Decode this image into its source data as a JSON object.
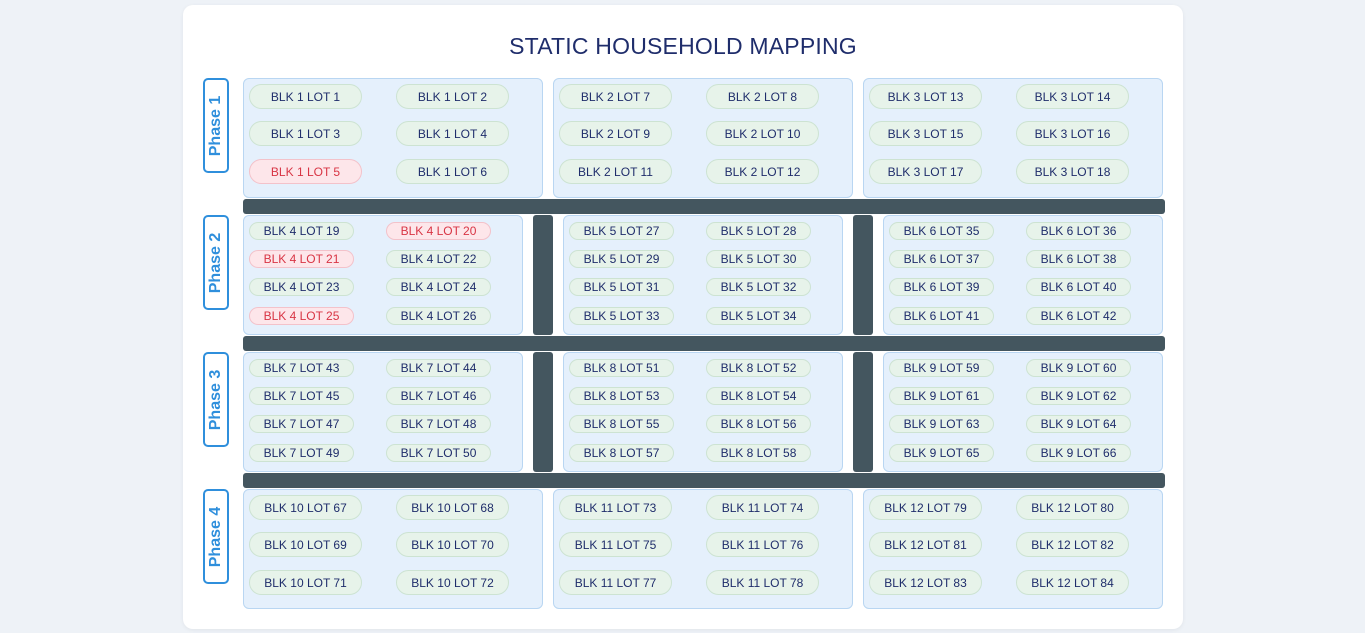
{
  "title": "STATIC HOUSEHOLD MAPPING",
  "colors": {
    "accent": "#2f8fdc",
    "title": "#1f2d6b",
    "block_bg": "#e5f0fc",
    "lot_bg": "#e7f3ea",
    "lot_flag_bg": "#fde6ea",
    "lot_flag_text": "#d83444",
    "road": "#44565f"
  },
  "phases": [
    {
      "label": "Phase 1",
      "blocks": [
        {
          "lots": [
            {
              "label": "BLK 1 LOT 1",
              "flag": false
            },
            {
              "label": "BLK 1 LOT 2",
              "flag": false
            },
            {
              "label": "BLK 1 LOT 3",
              "flag": false
            },
            {
              "label": "BLK 1 LOT 4",
              "flag": false
            },
            {
              "label": "BLK 1 LOT 5",
              "flag": true
            },
            {
              "label": "BLK 1 LOT 6",
              "flag": false
            }
          ]
        },
        {
          "lots": [
            {
              "label": "BLK 2 LOT 7",
              "flag": false
            },
            {
              "label": "BLK 2 LOT 8",
              "flag": false
            },
            {
              "label": "BLK 2 LOT 9",
              "flag": false
            },
            {
              "label": "BLK 2 LOT 10",
              "flag": false
            },
            {
              "label": "BLK 2 LOT 11",
              "flag": false
            },
            {
              "label": "BLK 2 LOT 12",
              "flag": false
            }
          ]
        },
        {
          "lots": [
            {
              "label": "BLK 3 LOT 13",
              "flag": false
            },
            {
              "label": "BLK 3 LOT 14",
              "flag": false
            },
            {
              "label": "BLK 3 LOT 15",
              "flag": false
            },
            {
              "label": "BLK 3 LOT 16",
              "flag": false
            },
            {
              "label": "BLK 3 LOT 17",
              "flag": false
            },
            {
              "label": "BLK 3 LOT 18",
              "flag": false
            }
          ]
        }
      ]
    },
    {
      "label": "Phase 2",
      "blocks": [
        {
          "lots": [
            {
              "label": "BLK 4 LOT 19",
              "flag": false
            },
            {
              "label": "BLK 4 LOT 20",
              "flag": true
            },
            {
              "label": "BLK 4 LOT 21",
              "flag": true
            },
            {
              "label": "BLK 4 LOT 22",
              "flag": false
            },
            {
              "label": "BLK 4 LOT 23",
              "flag": false
            },
            {
              "label": "BLK 4 LOT 24",
              "flag": false
            },
            {
              "label": "BLK 4 LOT 25",
              "flag": true
            },
            {
              "label": "BLK 4 LOT 26",
              "flag": false
            }
          ]
        },
        {
          "lots": [
            {
              "label": "BLK 5 LOT 27",
              "flag": false
            },
            {
              "label": "BLK 5 LOT 28",
              "flag": false
            },
            {
              "label": "BLK 5 LOT 29",
              "flag": false
            },
            {
              "label": "BLK 5 LOT 30",
              "flag": false
            },
            {
              "label": "BLK 5 LOT 31",
              "flag": false
            },
            {
              "label": "BLK 5 LOT 32",
              "flag": false
            },
            {
              "label": "BLK 5 LOT 33",
              "flag": false
            },
            {
              "label": "BLK 5 LOT 34",
              "flag": false
            }
          ]
        },
        {
          "lots": [
            {
              "label": "BLK 6 LOT 35",
              "flag": false
            },
            {
              "label": "BLK 6 LOT 36",
              "flag": false
            },
            {
              "label": "BLK 6 LOT 37",
              "flag": false
            },
            {
              "label": "BLK 6 LOT 38",
              "flag": false
            },
            {
              "label": "BLK 6 LOT 39",
              "flag": false
            },
            {
              "label": "BLK 6 LOT 40",
              "flag": false
            },
            {
              "label": "BLK 6 LOT 41",
              "flag": false
            },
            {
              "label": "BLK 6 LOT 42",
              "flag": false
            }
          ]
        }
      ]
    },
    {
      "label": "Phase 3",
      "blocks": [
        {
          "lots": [
            {
              "label": "BLK 7 LOT 43",
              "flag": false
            },
            {
              "label": "BLK 7 LOT 44",
              "flag": false
            },
            {
              "label": "BLK 7 LOT 45",
              "flag": false
            },
            {
              "label": "BLK 7 LOT 46",
              "flag": false
            },
            {
              "label": "BLK 7 LOT 47",
              "flag": false
            },
            {
              "label": "BLK 7 LOT 48",
              "flag": false
            },
            {
              "label": "BLK 7 LOT 49",
              "flag": false
            },
            {
              "label": "BLK 7 LOT 50",
              "flag": false
            }
          ]
        },
        {
          "lots": [
            {
              "label": "BLK 8 LOT 51",
              "flag": false
            },
            {
              "label": "BLK 8 LOT 52",
              "flag": false
            },
            {
              "label": "BLK 8 LOT 53",
              "flag": false
            },
            {
              "label": "BLK 8 LOT 54",
              "flag": false
            },
            {
              "label": "BLK 8 LOT 55",
              "flag": false
            },
            {
              "label": "BLK 8 LOT 56",
              "flag": false
            },
            {
              "label": "BLK 8 LOT 57",
              "flag": false
            },
            {
              "label": "BLK 8 LOT 58",
              "flag": false
            }
          ]
        },
        {
          "lots": [
            {
              "label": "BLK 9 LOT 59",
              "flag": false
            },
            {
              "label": "BLK 9 LOT 60",
              "flag": false
            },
            {
              "label": "BLK 9 LOT 61",
              "flag": false
            },
            {
              "label": "BLK 9 LOT 62",
              "flag": false
            },
            {
              "label": "BLK 9 LOT 63",
              "flag": false
            },
            {
              "label": "BLK 9 LOT 64",
              "flag": false
            },
            {
              "label": "BLK 9 LOT 65",
              "flag": false
            },
            {
              "label": "BLK 9 LOT 66",
              "flag": false
            }
          ]
        }
      ]
    },
    {
      "label": "Phase 4",
      "blocks": [
        {
          "lots": [
            {
              "label": "BLK 10 LOT 67",
              "flag": false
            },
            {
              "label": "BLK 10 LOT 68",
              "flag": false
            },
            {
              "label": "BLK 10 LOT 69",
              "flag": false
            },
            {
              "label": "BLK 10 LOT 70",
              "flag": false
            },
            {
              "label": "BLK 10 LOT 71",
              "flag": false
            },
            {
              "label": "BLK 10 LOT 72",
              "flag": false
            }
          ]
        },
        {
          "lots": [
            {
              "label": "BLK 11 LOT 73",
              "flag": false
            },
            {
              "label": "BLK 11 LOT 74",
              "flag": false
            },
            {
              "label": "BLK 11 LOT 75",
              "flag": false
            },
            {
              "label": "BLK 11 LOT 76",
              "flag": false
            },
            {
              "label": "BLK 11 LOT 77",
              "flag": false
            },
            {
              "label": "BLK 11 LOT 78",
              "flag": false
            }
          ]
        },
        {
          "lots": [
            {
              "label": "BLK 12 LOT 79",
              "flag": false
            },
            {
              "label": "BLK 12 LOT 80",
              "flag": false
            },
            {
              "label": "BLK 12 LOT 81",
              "flag": false
            },
            {
              "label": "BLK 12 LOT 82",
              "flag": false
            },
            {
              "label": "BLK 12 LOT 83",
              "flag": false
            },
            {
              "label": "BLK 12 LOT 84",
              "flag": false
            }
          ]
        }
      ]
    }
  ]
}
